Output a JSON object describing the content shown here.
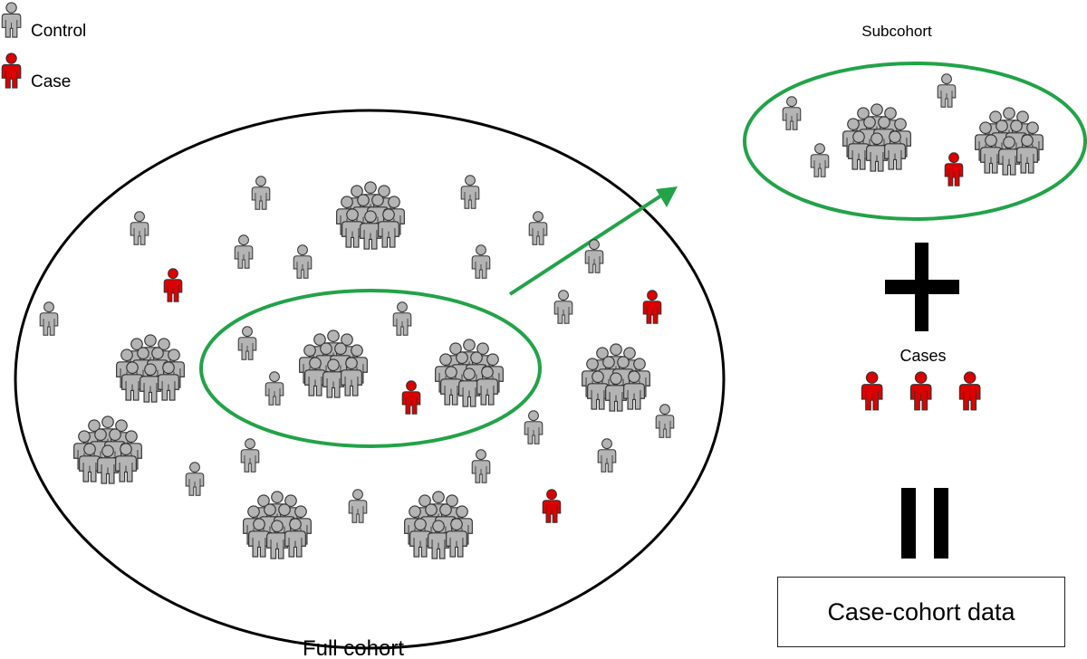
{
  "legend": {
    "control_label": "Control",
    "case_label": "Case"
  },
  "full_cohort_label": "Full cohort",
  "subcohort_label": "Subcohort",
  "cases_label": "Cases",
  "result_label": "Case-cohort data",
  "colors": {
    "control_fill": "#b4b4b4",
    "case_fill": "#dd0000",
    "subcohort_outline": "#22a348",
    "arrow": "#22a348",
    "cohort_outline": "#000000"
  },
  "icons": {
    "control": "person-icon-grey",
    "case": "person-icon-red",
    "group": "person-group-icon",
    "plus": "plus-icon",
    "equals": "equals-icon"
  }
}
